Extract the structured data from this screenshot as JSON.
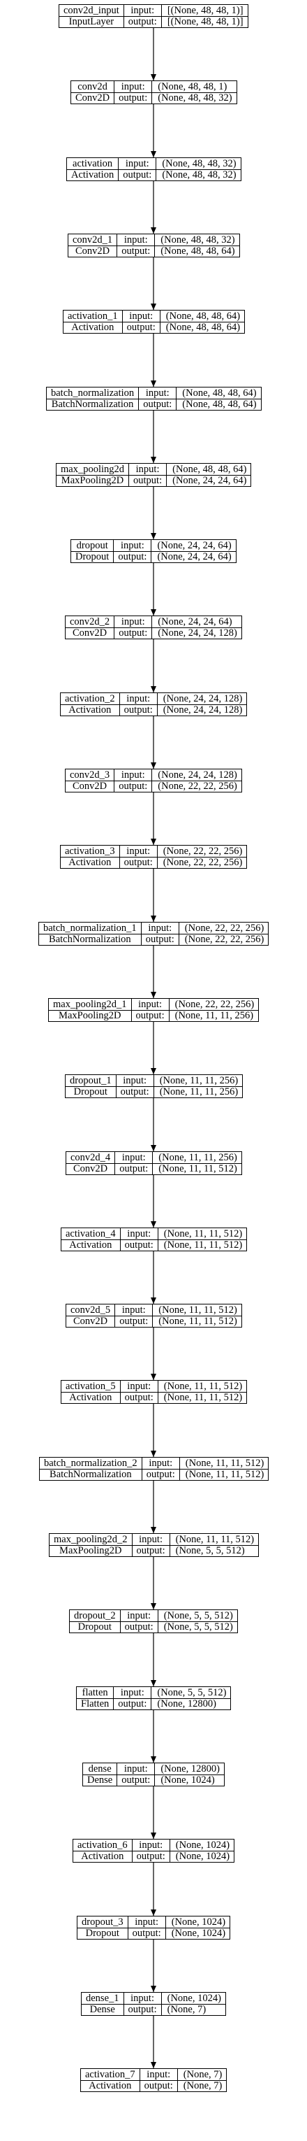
{
  "io_labels": {
    "input": "input:",
    "output": "output:"
  },
  "layers": [
    {
      "name": "conv2d_input",
      "type": "InputLayer",
      "input": "[(None, 48, 48, 1)]",
      "output": "[(None, 48, 48, 1)]"
    },
    {
      "name": "conv2d",
      "type": "Conv2D",
      "input": "(None, 48, 48, 1)",
      "output": "(None, 48, 48, 32)"
    },
    {
      "name": "activation",
      "type": "Activation",
      "input": "(None, 48, 48, 32)",
      "output": "(None, 48, 48, 32)"
    },
    {
      "name": "conv2d_1",
      "type": "Conv2D",
      "input": "(None, 48, 48, 32)",
      "output": "(None, 48, 48, 64)"
    },
    {
      "name": "activation_1",
      "type": "Activation",
      "input": "(None, 48, 48, 64)",
      "output": "(None, 48, 48, 64)"
    },
    {
      "name": "batch_normalization",
      "type": "BatchNormalization",
      "input": "(None, 48, 48, 64)",
      "output": "(None, 48, 48, 64)"
    },
    {
      "name": "max_pooling2d",
      "type": "MaxPooling2D",
      "input": "(None, 48, 48, 64)",
      "output": "(None, 24, 24, 64)"
    },
    {
      "name": "dropout",
      "type": "Dropout",
      "input": "(None, 24, 24, 64)",
      "output": "(None, 24, 24, 64)"
    },
    {
      "name": "conv2d_2",
      "type": "Conv2D",
      "input": "(None, 24, 24, 64)",
      "output": "(None, 24, 24, 128)"
    },
    {
      "name": "activation_2",
      "type": "Activation",
      "input": "(None, 24, 24, 128)",
      "output": "(None, 24, 24, 128)"
    },
    {
      "name": "conv2d_3",
      "type": "Conv2D",
      "input": "(None, 24, 24, 128)",
      "output": "(None, 22, 22, 256)"
    },
    {
      "name": "activation_3",
      "type": "Activation",
      "input": "(None, 22, 22, 256)",
      "output": "(None, 22, 22, 256)"
    },
    {
      "name": "batch_normalization_1",
      "type": "BatchNormalization",
      "input": "(None, 22, 22, 256)",
      "output": "(None, 22, 22, 256)"
    },
    {
      "name": "max_pooling2d_1",
      "type": "MaxPooling2D",
      "input": "(None, 22, 22, 256)",
      "output": "(None, 11, 11, 256)"
    },
    {
      "name": "dropout_1",
      "type": "Dropout",
      "input": "(None, 11, 11, 256)",
      "output": "(None, 11, 11, 256)"
    },
    {
      "name": "conv2d_4",
      "type": "Conv2D",
      "input": "(None, 11, 11, 256)",
      "output": "(None, 11, 11, 512)"
    },
    {
      "name": "activation_4",
      "type": "Activation",
      "input": "(None, 11, 11, 512)",
      "output": "(None, 11, 11, 512)"
    },
    {
      "name": "conv2d_5",
      "type": "Conv2D",
      "input": "(None, 11, 11, 512)",
      "output": "(None, 11, 11, 512)"
    },
    {
      "name": "activation_5",
      "type": "Activation",
      "input": "(None, 11, 11, 512)",
      "output": "(None, 11, 11, 512)"
    },
    {
      "name": "batch_normalization_2",
      "type": "BatchNormalization",
      "input": "(None, 11, 11, 512)",
      "output": "(None, 11, 11, 512)"
    },
    {
      "name": "max_pooling2d_2",
      "type": "MaxPooling2D",
      "input": "(None, 11, 11, 512)",
      "output": "(None, 5, 5, 512)"
    },
    {
      "name": "dropout_2",
      "type": "Dropout",
      "input": "(None, 5, 5, 512)",
      "output": "(None, 5, 5, 512)"
    },
    {
      "name": "flatten",
      "type": "Flatten",
      "input": "(None, 5, 5, 512)",
      "output": "(None, 12800)"
    },
    {
      "name": "dense",
      "type": "Dense",
      "input": "(None, 12800)",
      "output": "(None, 1024)"
    },
    {
      "name": "activation_6",
      "type": "Activation",
      "input": "(None, 1024)",
      "output": "(None, 1024)"
    },
    {
      "name": "dropout_3",
      "type": "Dropout",
      "input": "(None, 1024)",
      "output": "(None, 1024)"
    },
    {
      "name": "dense_1",
      "type": "Dense",
      "input": "(None, 1024)",
      "output": "(None, 7)"
    },
    {
      "name": "activation_7",
      "type": "Activation",
      "input": "(None, 7)",
      "output": "(None, 7)"
    }
  ]
}
